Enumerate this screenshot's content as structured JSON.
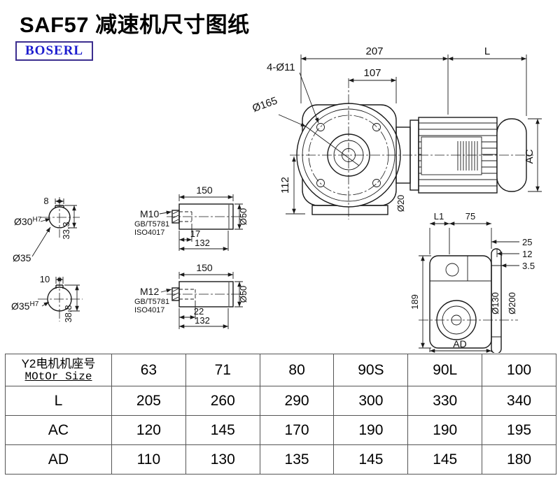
{
  "title": "SAF57 减速机尺寸图纸",
  "logo": "BOSERL",
  "front_view": {
    "dim_total": "207",
    "dim_motor_len": "L",
    "dim_flange_offset": "107",
    "bolt_holes": "4-Ø11",
    "flange_dia": "Ø165",
    "dim_center_height": "112",
    "dim_motor_dia": "AC",
    "dim_shaft": "Ø20"
  },
  "side_view": {
    "dim_l1": "L1",
    "dim_75": "75",
    "dim_25": "25",
    "dim_12": "12",
    "dim_3_5": "3.5",
    "dim_189": "189",
    "dia_130": "Ø130",
    "dia_200": "Ø200",
    "dim_ad": "AD"
  },
  "shaft_end_1": {
    "keyway_width": "8",
    "bore": "Ø30",
    "bore_tol": "H7",
    "keyway_depth": "33.3",
    "outer_dia": "Ø35"
  },
  "shaft_end_2": {
    "keyway_width": "10",
    "bore": "Ø35",
    "bore_tol": "H7",
    "keyway_depth": "38.8"
  },
  "shaft_section_1": {
    "length": "150",
    "thread": "M10",
    "std_1": "GB/T5781",
    "std_2": "ISO4017",
    "thread_len": "17",
    "body_len": "132",
    "dia": "Ø50"
  },
  "shaft_section_2": {
    "length": "150",
    "thread": "M12",
    "std_1": "GB/T5781",
    "std_2": "ISO4017",
    "thread_len": "22",
    "body_len": "132",
    "dia": "Ø50"
  },
  "table": {
    "header_cn": "Y2电机机座号",
    "header_en": "MOtOr Size",
    "sizes": [
      "63",
      "71",
      "80",
      "90S",
      "90L",
      "100"
    ],
    "rows": [
      {
        "label": "L",
        "values": [
          "205",
          "260",
          "290",
          "300",
          "330",
          "340"
        ]
      },
      {
        "label": "AC",
        "values": [
          "120",
          "145",
          "170",
          "190",
          "190",
          "195"
        ]
      },
      {
        "label": "AD",
        "values": [
          "110",
          "130",
          "135",
          "145",
          "145",
          "180"
        ]
      }
    ]
  }
}
